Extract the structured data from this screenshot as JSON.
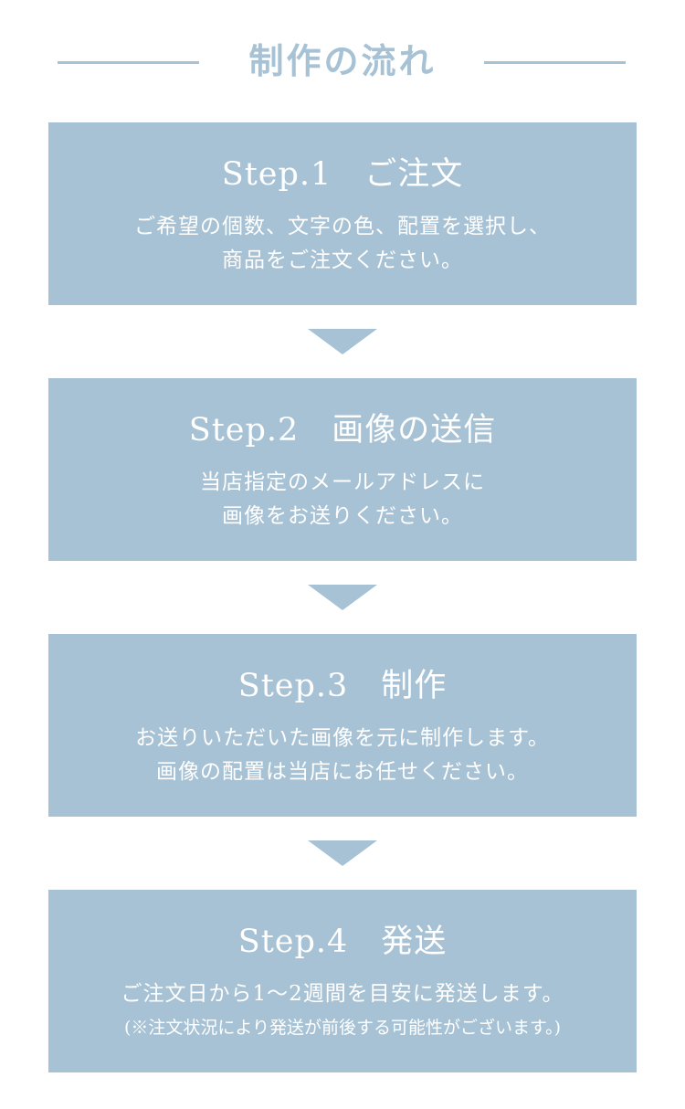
{
  "page": {
    "title": "制作の流れ"
  },
  "steps": [
    {
      "title": "Step.1　ご注文",
      "lines": [
        "ご希望の個数、文字の色、配置を選択し、",
        "商品をご注文ください。"
      ]
    },
    {
      "title": "Step.2　画像の送信",
      "lines": [
        "当店指定のメールアドレスに",
        "画像をお送りください。"
      ]
    },
    {
      "title": "Step.3　制作",
      "lines": [
        "お送りいただいた画像を元に制作します。",
        "画像の配置は当店にお任せください。"
      ]
    },
    {
      "title": "Step.4　発送",
      "lines": [
        "ご注文日から1〜2週間を目安に発送します。",
        "(※注文状況により発送が前後する可能性がございます。)"
      ]
    }
  ],
  "colors": {
    "accent": "#a7c2d4",
    "text_on_accent": "#ffffff"
  },
  "icons": {
    "arrow": "triangle-down-icon"
  }
}
